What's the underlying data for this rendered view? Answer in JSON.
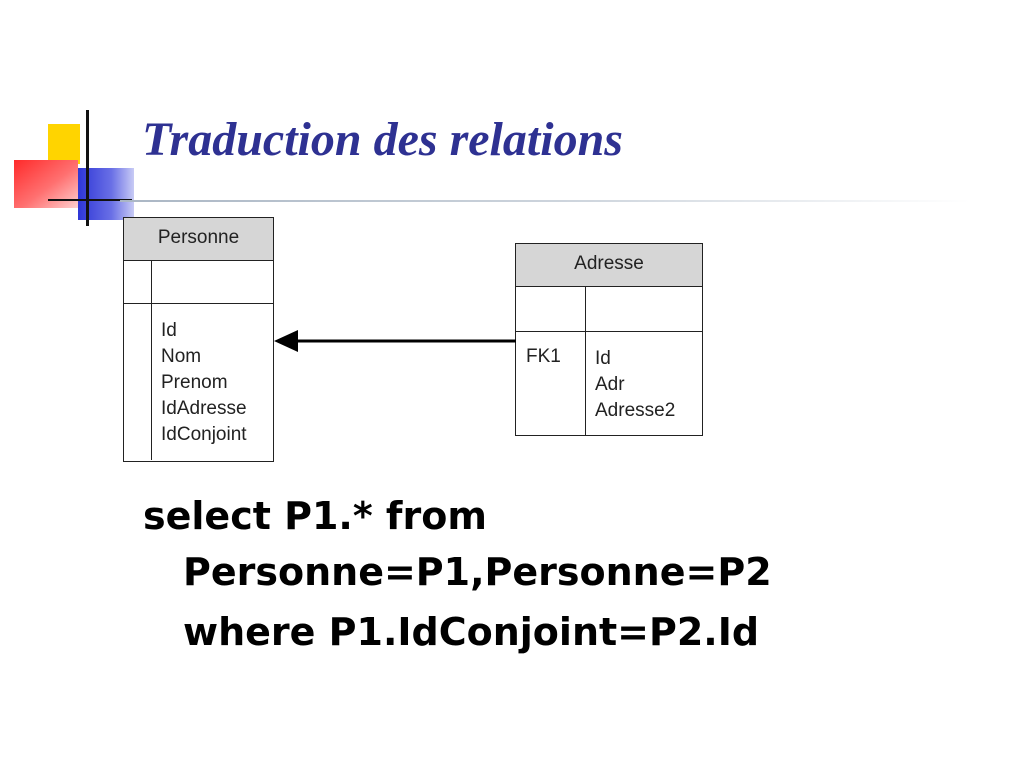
{
  "slide": {
    "title": "Traduction des relations"
  },
  "diagram": {
    "entities": [
      {
        "name": "Personne",
        "key_label": "",
        "fields": [
          "Id",
          "Nom",
          "Prenom",
          "IdAdresse",
          "IdConjoint"
        ]
      },
      {
        "name": "Adresse",
        "key_label": "FK1",
        "fields": [
          "Id",
          "Adr",
          "Adresse2"
        ]
      }
    ],
    "relation": {
      "from": "Adresse",
      "to": "Personne"
    }
  },
  "sql": {
    "line1": "select P1.* from",
    "line2": "Personne=P1,Personne=P2",
    "line3": "where P1.IdConjoint=P2.Id"
  }
}
